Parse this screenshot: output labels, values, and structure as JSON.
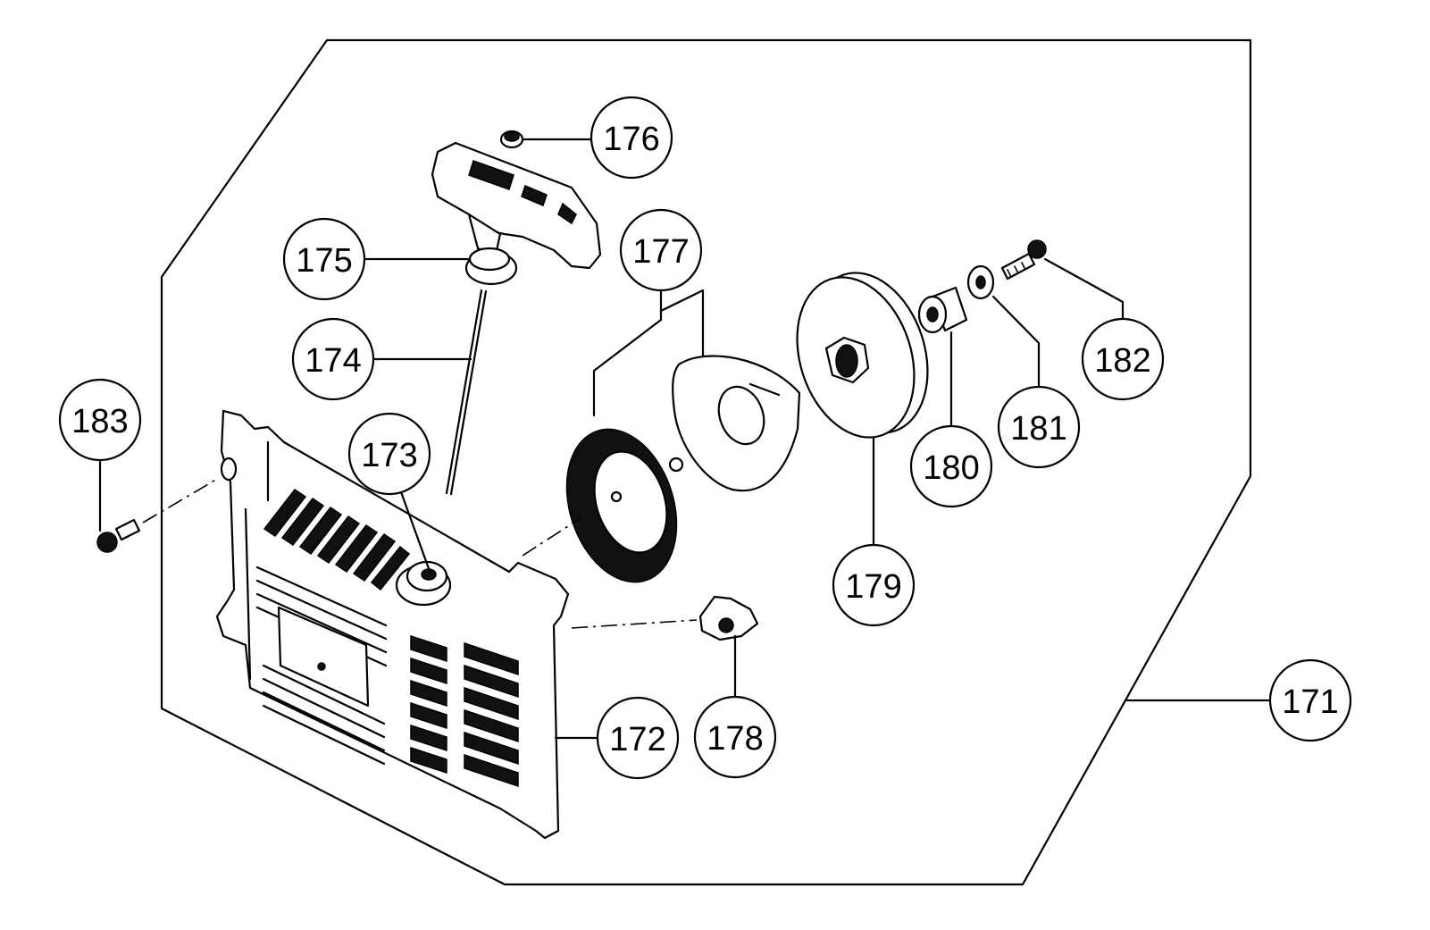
{
  "callouts": {
    "c171": "171",
    "c172": "172",
    "c173": "173",
    "c174": "174",
    "c175": "175",
    "c176": "176",
    "c177": "177",
    "c178": "178",
    "c179": "179",
    "c180": "180",
    "c181": "181",
    "c182": "182",
    "c183": "183"
  }
}
